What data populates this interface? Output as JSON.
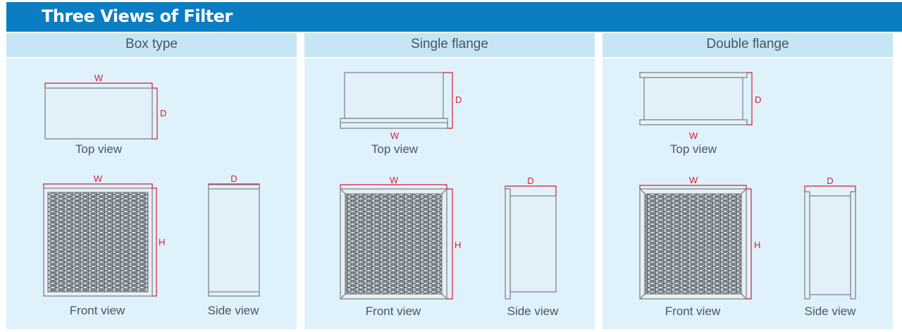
{
  "title": "Three Views of Filter",
  "panels": [
    {
      "heading": "Box type",
      "top_view": "Top view",
      "front_view": "Front view",
      "side_view": "Side view"
    },
    {
      "heading": "Single flange",
      "top_view": "Top view",
      "front_view": "Front view",
      "side_view": "Side view"
    },
    {
      "heading": "Double flange",
      "top_view": "Top view",
      "front_view": "Front view",
      "side_view": "Side view"
    }
  ],
  "dimensions": {
    "width": "W",
    "depth": "D",
    "height": "H"
  },
  "colors": {
    "title_bg": "#0b7dc2",
    "panel_head": "#c6e6f6",
    "panel_body": "#dff1fa",
    "dimension": "#d42038",
    "outline": "#7d8890"
  }
}
